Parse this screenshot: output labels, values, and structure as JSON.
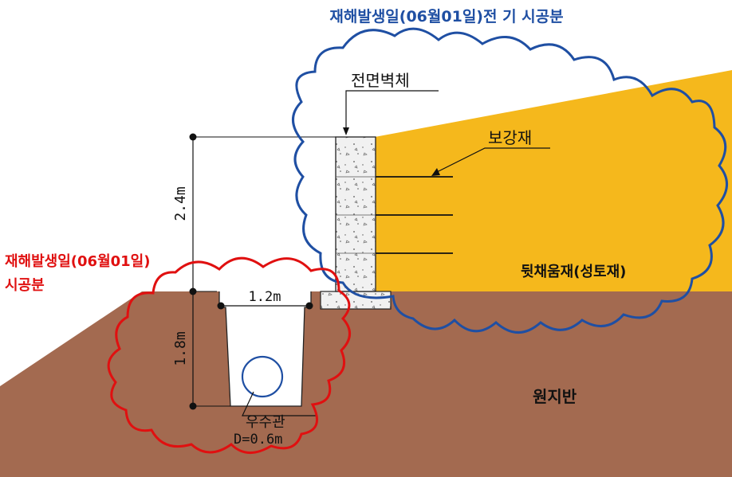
{
  "colors": {
    "ground": "#a36a50",
    "backfill": "#f5b81c",
    "blue_label": "#1f4fa3",
    "red_label": "#e01010",
    "cloud_blue": "#1f4fa3",
    "cloud_red": "#e01010",
    "pipe": "#1f4fa3"
  },
  "labels": {
    "prior_work_title": "재해발생일(06월01일)전 기 시공분",
    "same_day_work_line1": "재해발생일(06월01일)",
    "same_day_work_line2": "시공분",
    "front_wall": "전면벽체",
    "reinforcement": "보강재",
    "backfill": "뒷채움재(성토재)",
    "original_ground": "원지반",
    "pipe_name": "우수관",
    "pipe_diameter": "D=0.6m"
  },
  "dimensions": {
    "wall_height": "2.4m",
    "trench_depth": "1.8m",
    "trench_width": "1.2m"
  }
}
